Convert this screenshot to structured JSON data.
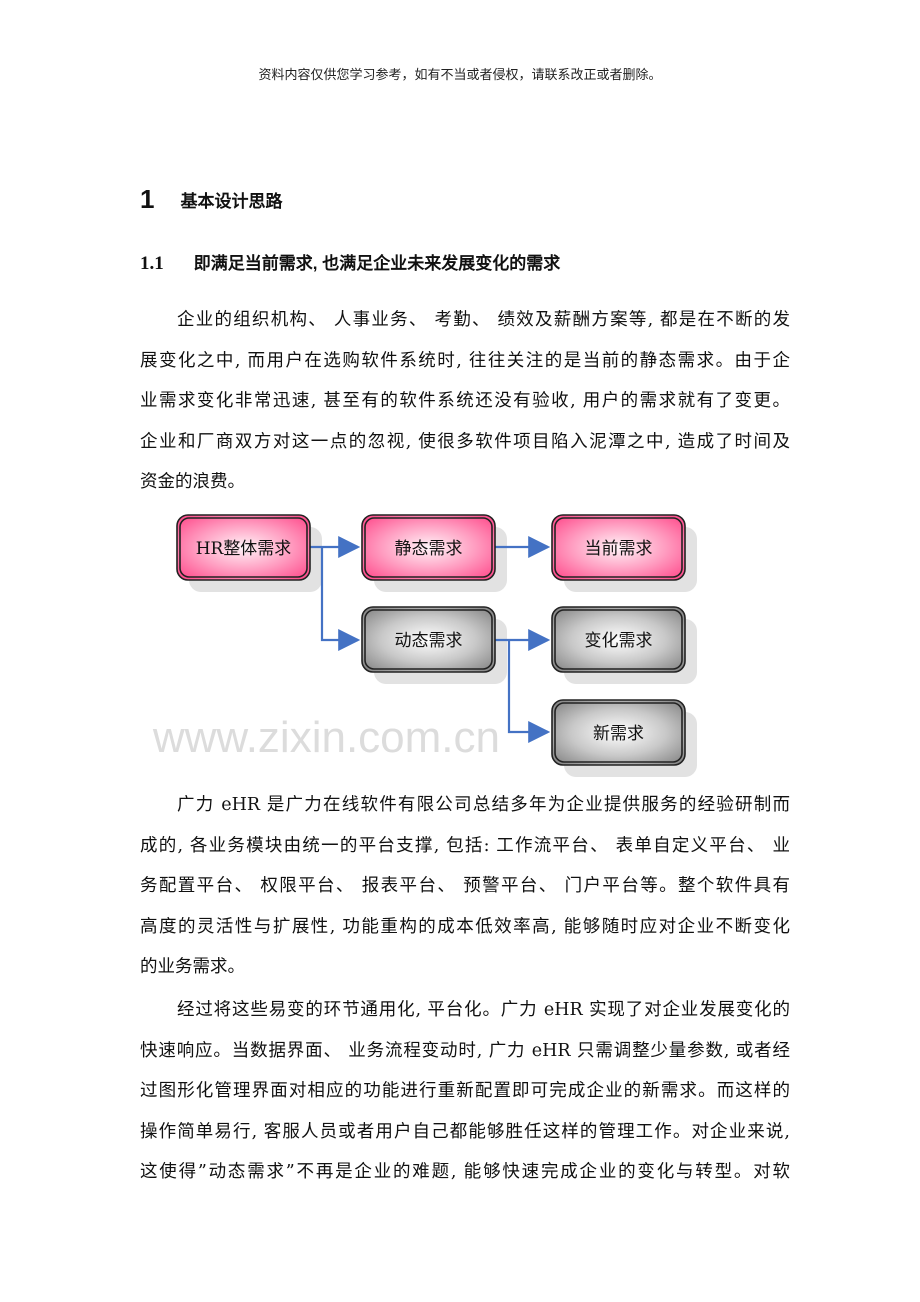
{
  "header": {
    "notice": "资料内容仅供您学习参考，如有不当或者侵权，请联系改正或者删除。"
  },
  "section": {
    "number": "1",
    "title": "基本设计思路"
  },
  "subsection": {
    "number": "1.1",
    "title": "即满足当前需求, 也满足企业未来发展变化的需求"
  },
  "paragraphs": [
    {
      "lines": [
        "企业的组织机构、 人事业务、 考勤、 绩效及薪酬方案等, 都是在不断的发",
        "展变化之中, 而用户在选购软件系统时, 往往关注的是当前的静态需求。由于企",
        "业需求变化非常迅速, 甚至有的软件系统还没有验收, 用户的需求就有了变更。",
        "企业和厂商双方对这一点的忽视, 使很多软件项目陷入泥潭之中, 造成了时间及",
        "资金的浪费。"
      ]
    },
    {
      "lines": [
        "广力 eHR 是广力在线软件有限公司总结多年为企业提供服务的经验研制而",
        "成的, 各业务模块由统一的平台支撑, 包括: 工作流平台、 表单自定义平台、 业",
        "务配置平台、 权限平台、 报表平台、 预警平台、 门户平台等。整个软件具有",
        "高度的灵活性与扩展性, 功能重构的成本低效率高, 能够随时应对企业不断变化",
        "的业务需求。"
      ]
    },
    {
      "lines": [
        "经过将这些易变的环节通用化, 平台化。广力 eHR 实现了对企业发展变化的",
        "快速响应。当数据界面、 业务流程变动时, 广力 eHR 只需调整少量参数, 或者经",
        "过图形化管理界面对相应的功能进行重新配置即可完成企业的新需求。而这样的",
        "操作简单易行, 客服人员或者用户自己都能够胜任这样的管理工作。对企业来说,",
        "这使得”动态需求”不再是企业的难题, 能够快速完成企业的变化与转型。对软"
      ]
    }
  ],
  "diagram": {
    "nodes": {
      "hr": "HR整体需求",
      "static": "静态需求",
      "current": "当前需求",
      "dynamic": "动态需求",
      "change": "变化需求",
      "new": "新需求"
    },
    "colors": {
      "static_fill": "#ff5c98",
      "dynamic_fill": "#8c8c8c",
      "arrow": "#4472c4"
    }
  },
  "watermark": "www.zixin.com.cn"
}
